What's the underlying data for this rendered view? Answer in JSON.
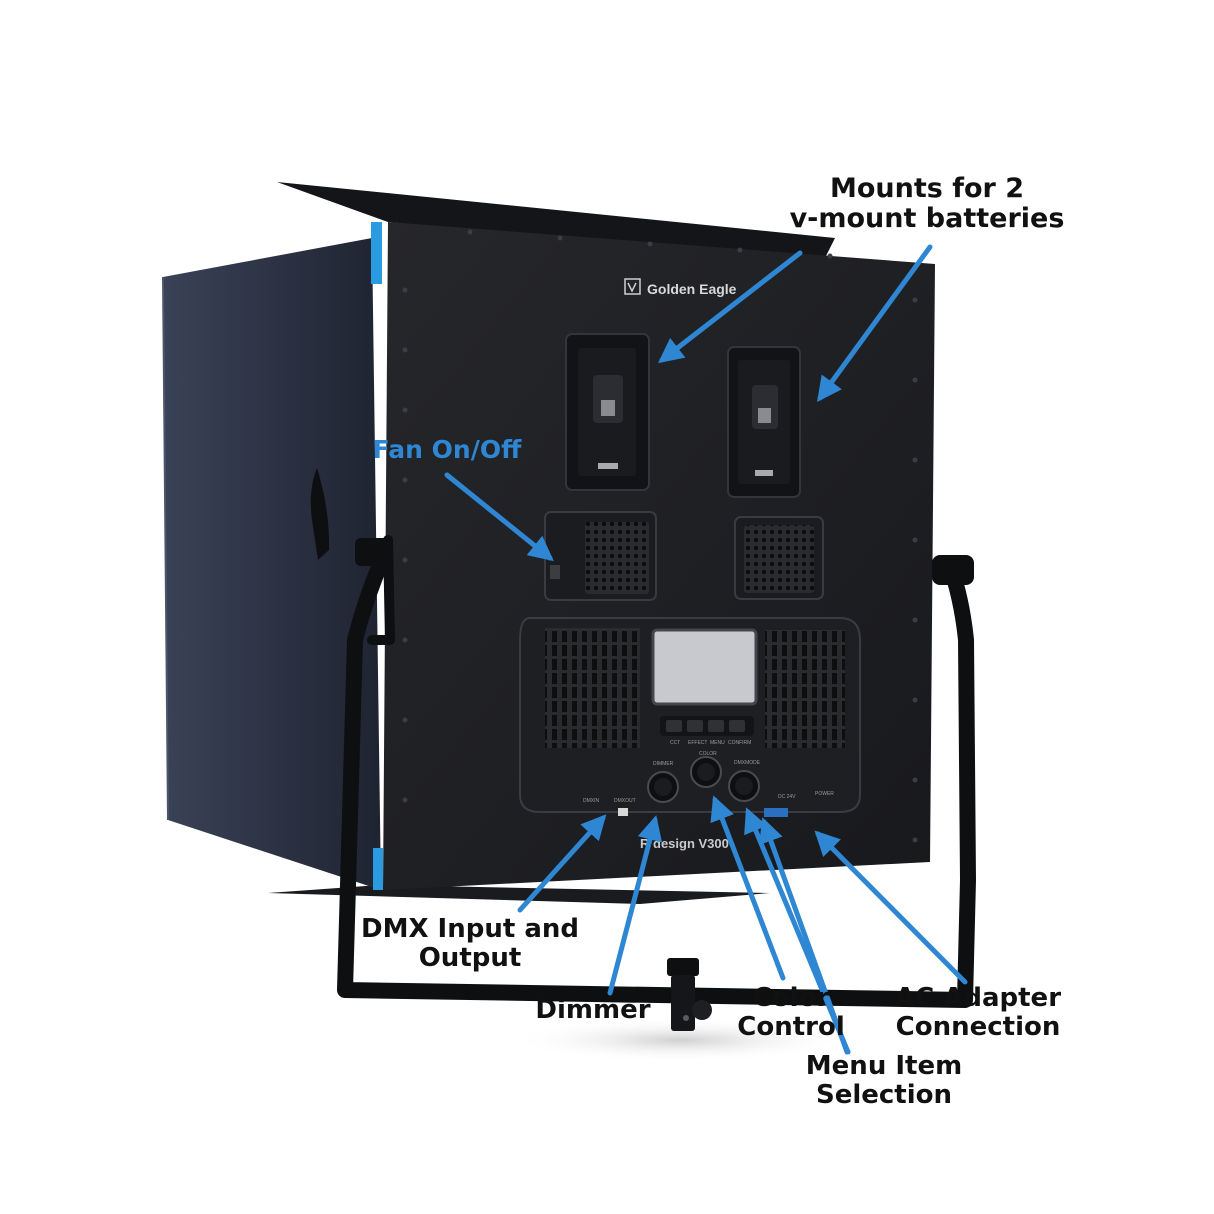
{
  "product": {
    "brand": "Golden Eagle",
    "model": "R   design V300"
  },
  "panel_labels": {
    "buttons": [
      "CCT",
      "EFFECT",
      "MENU",
      "CONFIRM"
    ],
    "knobs": [
      "DIMMER",
      "COLOR",
      "DMXMODE"
    ],
    "ports": [
      "DMXIN",
      "DMXOUT",
      "DC 24V",
      "POWER"
    ]
  },
  "callouts": {
    "mounts": {
      "lines": [
        "Mounts for 2",
        "v-mount batteries"
      ]
    },
    "fan": {
      "lines": [
        "Fan On/Off"
      ]
    },
    "dmx": {
      "lines": [
        "DMX Input and",
        "Output"
      ]
    },
    "dimmer": {
      "lines": [
        "Dimmer"
      ]
    },
    "color": {
      "lines": [
        "Color",
        "Control"
      ]
    },
    "menu": {
      "lines": [
        "Menu Item",
        "Selection"
      ]
    },
    "ac": {
      "lines": [
        "AC Adapter",
        "Connection"
      ]
    }
  },
  "colors": {
    "arrow": "#2f86d2",
    "label_text": "#111111",
    "fan_label": "#2f86d2",
    "panel": "#1d1e21",
    "barndoor_side": "#2b3140",
    "accent_blue": "#2a9be0"
  }
}
